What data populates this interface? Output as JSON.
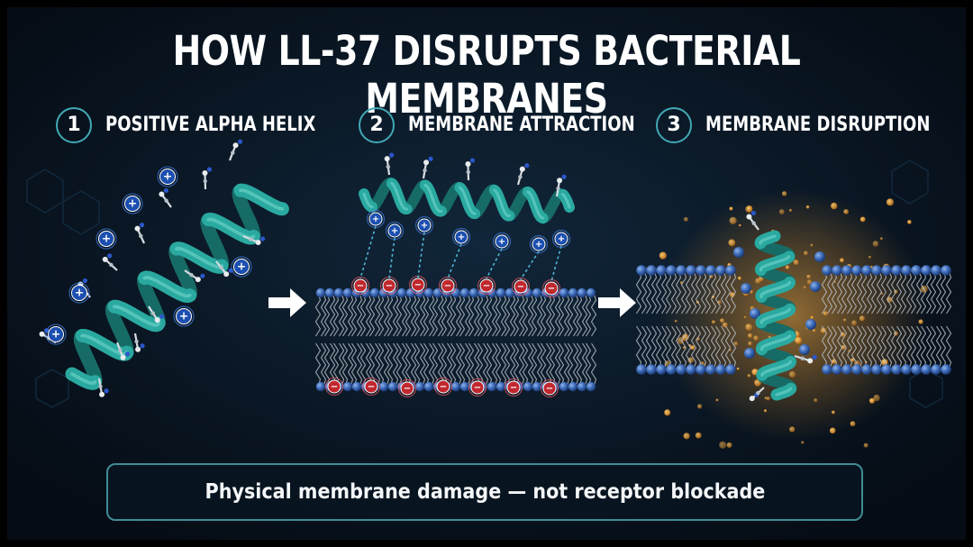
{
  "title": "HOW LL-37 DISRUPTS BACTERIAL MEMBRANES",
  "steps": [
    {
      "number": "1",
      "label": "POSITIVE ALPHA HELIX"
    },
    {
      "number": "2",
      "label": "MEMBRANE ATTRACTION"
    },
    {
      "number": "3",
      "label": "MEMBRANE DISRUPTION"
    }
  ],
  "caption": "Physical membrane damage — not receptor blockade",
  "charge_symbols": {
    "positive": "+",
    "negative": "−"
  },
  "colors": {
    "background": "#0a1a2a",
    "helix": "#2aa9a0",
    "accent_ring": "#41a8b5",
    "positive_charge": "#1c4fb0",
    "negative_charge": "#c0282e",
    "lipid_head": "#3d6bb8",
    "leakage": "#d9922a"
  },
  "icons": [
    "helix-icon",
    "positive-charge-icon",
    "negative-charge-icon",
    "lipid-bilayer-icon",
    "arrow-right-icon"
  ]
}
